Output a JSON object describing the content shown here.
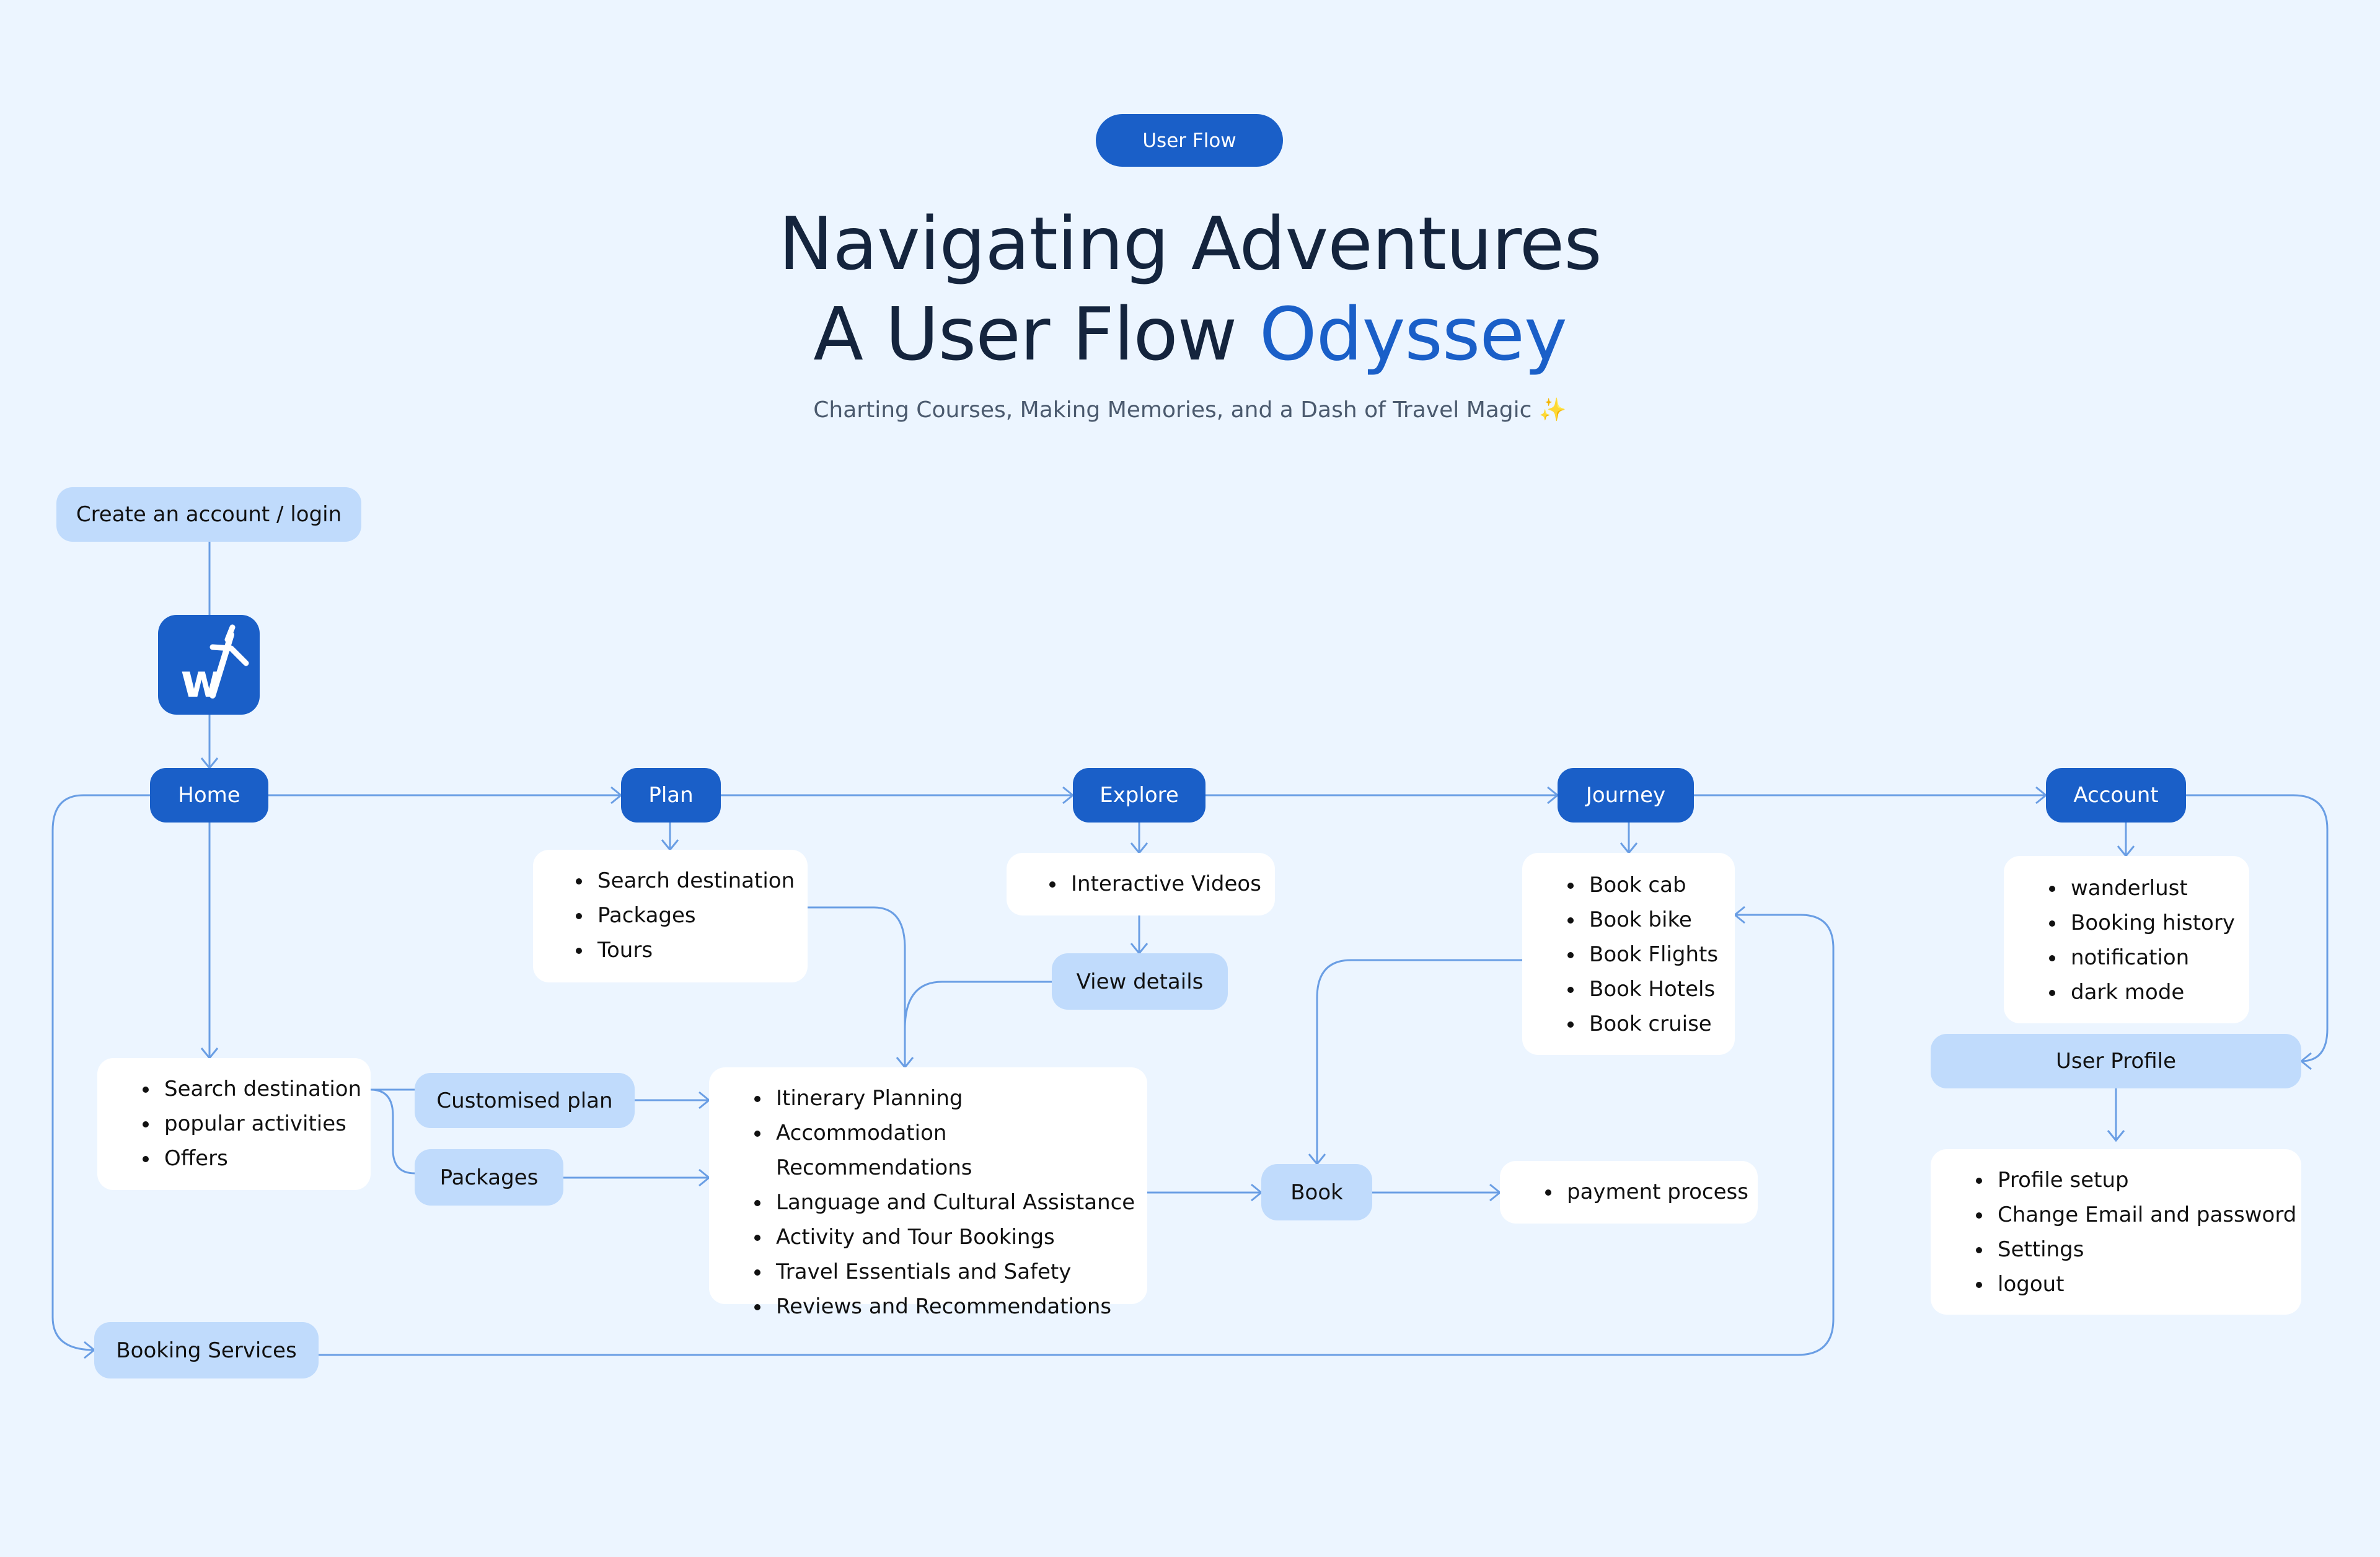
{
  "header": {
    "badge": "User Flow",
    "title_line1": "Navigating Adventures",
    "title_line2_prefix": "A User Flow ",
    "title_line2_accent": "Odyssey",
    "subtitle": "Charting Courses, Making Memories, and a Dash of Travel Magic ✨"
  },
  "colors": {
    "background": "#ecf5ff",
    "primary": "#1a5fc8",
    "secondary": "#c0dbfc",
    "connector": "#6a9ee4",
    "title_text": "#14243d"
  },
  "flow": {
    "entry": "Create an account / login",
    "logo_icon": "w-plane-logo",
    "main_nodes": [
      "Home",
      "Plan",
      "Explore",
      "Journey",
      "Account"
    ],
    "home_list": [
      "Search destination",
      "popular activities",
      "Offers"
    ],
    "home_branches": [
      "Customised plan",
      "Packages"
    ],
    "booking_services": "Booking Services",
    "plan_list": [
      "Search destination",
      "Packages",
      "Tours"
    ],
    "explore_list": [
      "Interactive Videos"
    ],
    "view_details": "View details",
    "planning_list": [
      "Itinerary Planning",
      "Accommodation Recommendations",
      "Language and Cultural Assistance",
      "Activity and Tour Bookings",
      "Travel Essentials and Safety",
      "Reviews and Recommendations"
    ],
    "book": "Book",
    "payment_list": [
      "payment process"
    ],
    "journey_list": [
      "Book cab",
      "Book bike",
      "Book Flights",
      "Book Hotels",
      "Book cruise"
    ],
    "account_list": [
      "wanderlust",
      "Booking history",
      "notification",
      "dark mode"
    ],
    "user_profile": "User Profile",
    "profile_list": [
      "Profile setup",
      "Change Email and password",
      "Settings",
      "logout"
    ]
  }
}
